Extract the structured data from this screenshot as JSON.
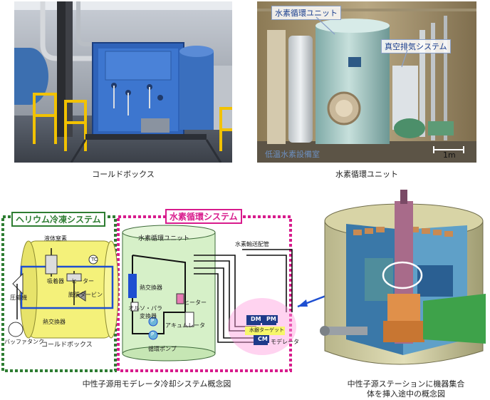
{
  "photos": {
    "cold_box": {
      "caption": "コールドボックス"
    },
    "hydrogen_unit": {
      "caption": "水素循環ユニット",
      "label_unit": "水素循環ユニット",
      "label_vacuum": "真空排気システム",
      "label_room": "低温水素設備室",
      "scale": "1m"
    }
  },
  "schematic": {
    "caption": "中性子源用モデレータ冷却システム概念図",
    "helium": {
      "title": "ヘリウム冷凍システム",
      "color": "#2e7d32",
      "labels": {
        "liquid_n2": "液体窒素",
        "adsorber": "吸着器",
        "heater": "ヒーター",
        "compressor": "圧縮機",
        "expansion_turbine": "膨張タービン",
        "heat_exchanger": "熱交換器",
        "buffer_tank": "バッファタンク",
        "cold_box": "コールドボックス",
        "tc": "TC"
      }
    },
    "hydrogen": {
      "title": "水素循環システム",
      "color": "#d81b8c",
      "labels": {
        "unit": "水素循環ユニット",
        "heat_exchanger": "熱交換器",
        "heater": "ヒーター",
        "ortho_para": "オルソ・パラ",
        "converter": "変換器",
        "accumulator": "アキュムレータ",
        "pump": "循環ポンプ",
        "transfer_line": "水素輸送配管",
        "target": "水銀ターゲット",
        "moderator": "モデレータ",
        "dm": "DM",
        "pm": "PM",
        "cm": "CM",
        "p": "P"
      }
    }
  },
  "station": {
    "caption_line1": "中性子源ステーションに機器集合",
    "caption_line2": "体を挿入途中の概念図"
  }
}
